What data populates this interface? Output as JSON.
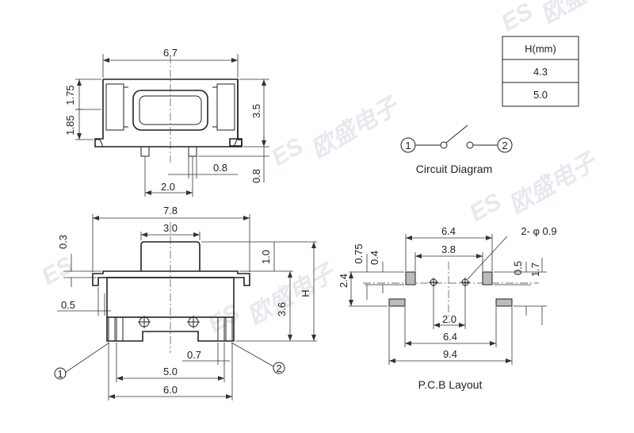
{
  "height_table": {
    "header": "H(mm)",
    "rows": [
      "4.3",
      "5.0"
    ]
  },
  "top_view": {
    "width": "6.7",
    "upper_h": "1.75",
    "lower_h": "1.85",
    "right_h": "3.5",
    "foot_h": "0.8",
    "pin_w": "0.8",
    "pin_spacing": "2.0"
  },
  "side_view": {
    "width": "7.8",
    "button_w": "3.0",
    "top_gap": "0.3",
    "button_h": "1.0",
    "body_h": "3.6",
    "total_h": "H",
    "lead_w": "0.5",
    "hole_spacing": "5.0",
    "base_w": "6.0",
    "pin_w": "0.7",
    "pin1": "1",
    "pin2": "2"
  },
  "circuit": {
    "label": "Circuit Diagram",
    "pin1": "1",
    "pin2": "2"
  },
  "pcb": {
    "label": "P.C.B Layout",
    "hole_note": "2- φ 0.9",
    "upper_span": "6.4",
    "inner_span": "3.8",
    "pad_h1": "0.75",
    "pad_h2": "0.4",
    "total_h": "2.4",
    "right_h1": "0.5",
    "right_h2": "1.7",
    "center_span": "2.0",
    "lower_span": "6.4",
    "outer_span": "9.4"
  },
  "watermark": {
    "mark": "ES",
    "cn": "欧盛电子"
  }
}
